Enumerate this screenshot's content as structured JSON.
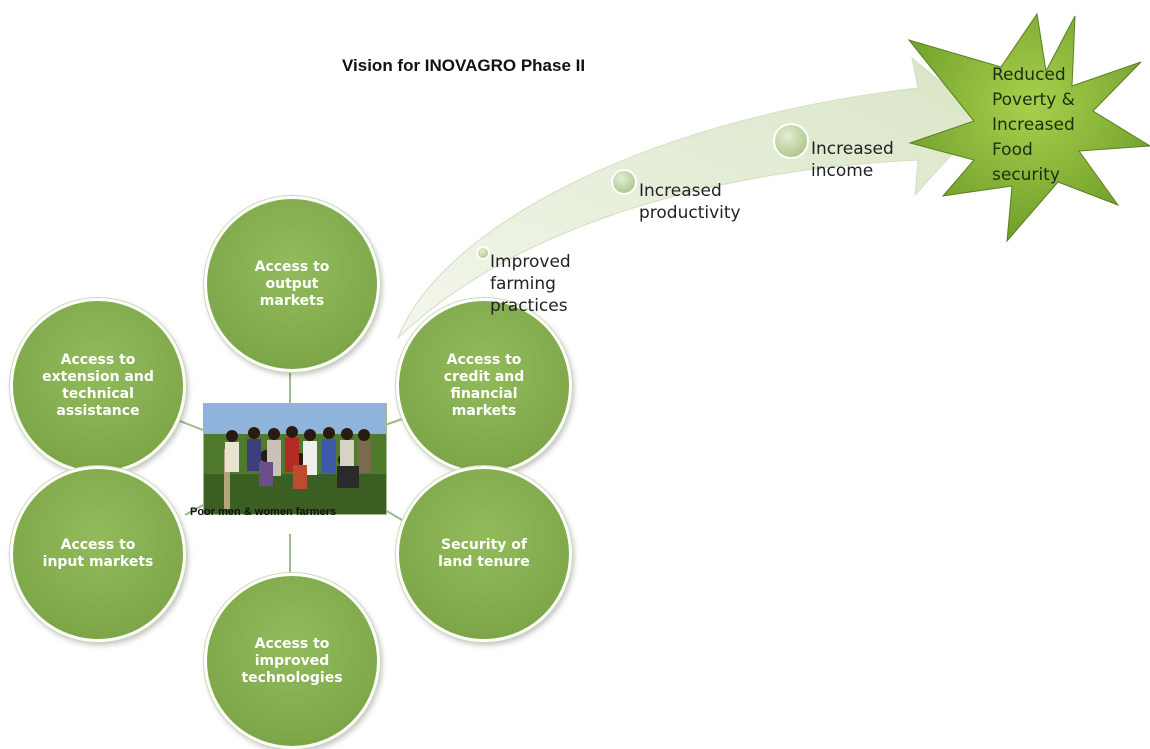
{
  "title": "Vision for INOVAGRO Phase II",
  "center": {
    "caption": "Poor men & women farmers"
  },
  "access_nodes": [
    {
      "label": "Access to output markets"
    },
    {
      "label": "Access to extension and technical assistance"
    },
    {
      "label": "Access to credit and financial markets"
    },
    {
      "label": "Access to input markets"
    },
    {
      "label": "Security of land tenure"
    },
    {
      "label": "Access to improved technologies"
    }
  ],
  "pathway": [
    {
      "label": "Improved\nfarming\npractices"
    },
    {
      "label": "Increased\nproductivity"
    },
    {
      "label": "Increased\nincome"
    }
  ],
  "goal": {
    "label": "Reduced\nPoverty &\nIncreased\nFood\nsecurity"
  },
  "colors": {
    "node_fill": "#7fa84a",
    "arrow_fill": "#e4ecd6",
    "star_fill": "#8cbc3a",
    "path_dot": "#c5d8a8"
  }
}
